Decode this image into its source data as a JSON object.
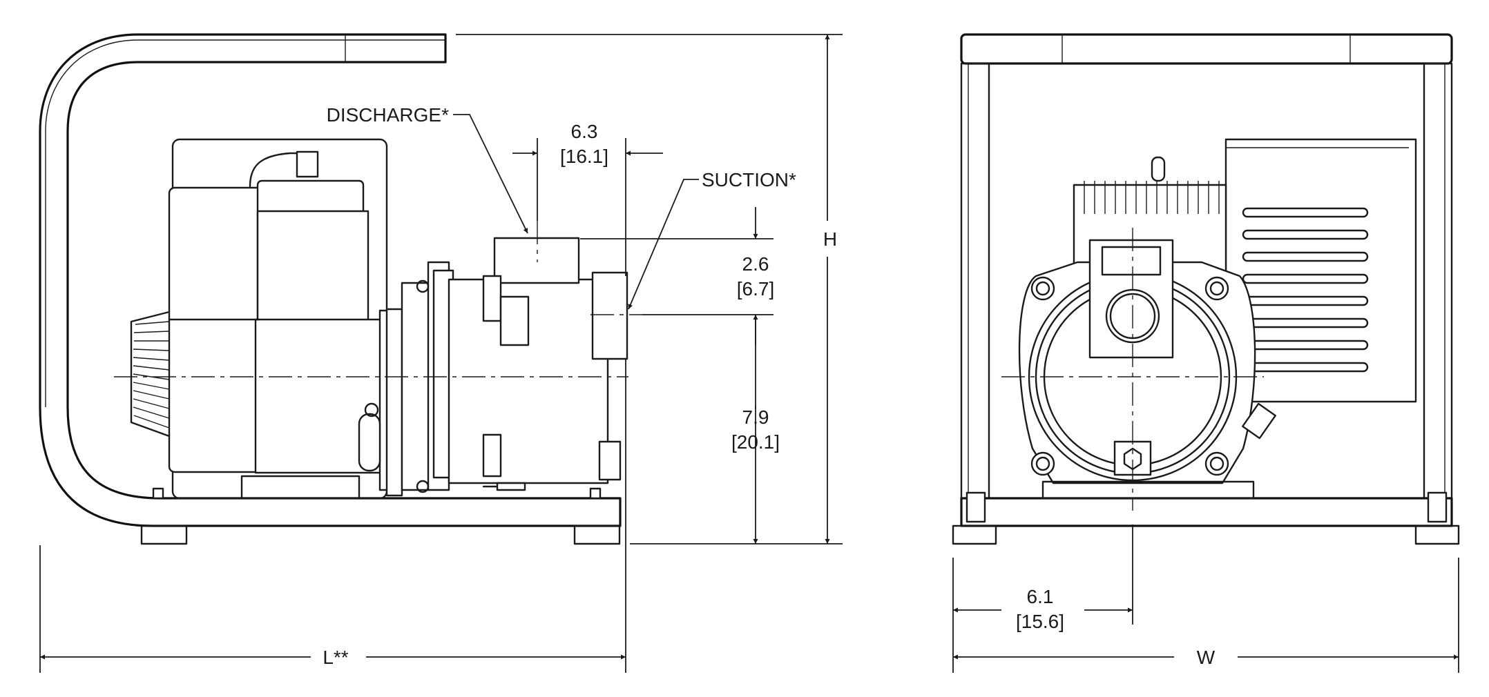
{
  "labels": {
    "discharge": "DISCHARGE*",
    "suction": "SUCTION*",
    "height": "H",
    "length": "L**",
    "width": "W"
  },
  "dimensions": {
    "discharge_offset": {
      "in": "6.3",
      "cm": "[16.1]"
    },
    "port_spacing": {
      "in": "2.6",
      "cm": "[6.7]"
    },
    "suction_height": {
      "in": "7.9",
      "cm": "[20.1]"
    },
    "center_offset": {
      "in": "6.1",
      "cm": "[15.6]"
    }
  },
  "colors": {
    "line": "#1a1a1a",
    "background": "#ffffff"
  }
}
